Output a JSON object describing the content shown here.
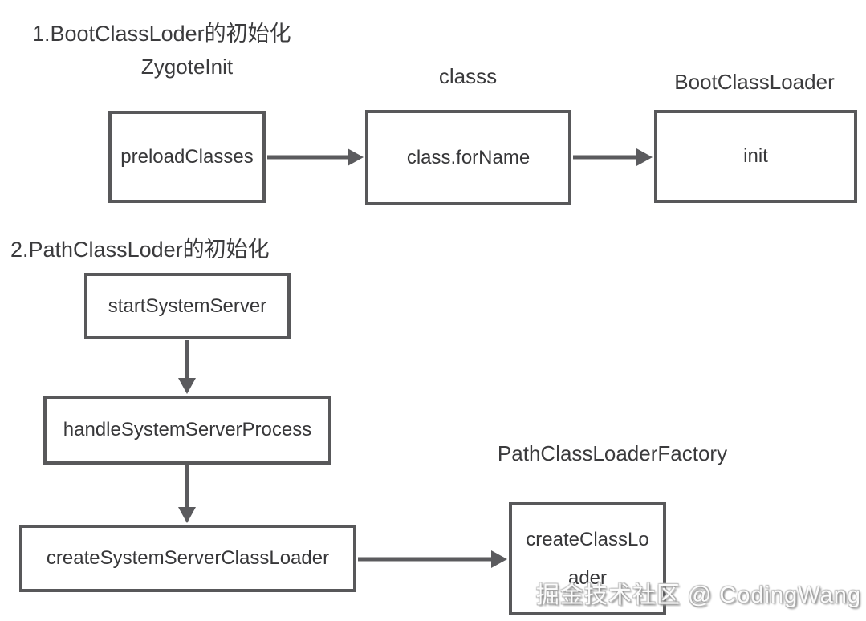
{
  "colors": {
    "background": "#ffffff",
    "box_border": "#58585a",
    "arrow": "#5b5b5e",
    "text": "#3b3b3d",
    "watermark_fill": "#fbfbfb",
    "watermark_shadow": "#8f8f8f"
  },
  "section1": {
    "title": "1.BootClassLoder的初始化",
    "column_labels": [
      "ZygoteInit",
      "classs",
      "BootClassLoader"
    ],
    "nodes": [
      "preloadClasses",
      "class.forName",
      "init"
    ]
  },
  "section2": {
    "title": "2.PathClassLoder的初始化",
    "factory_label": "PathClassLoaderFactory",
    "nodes": [
      "startSystemServer",
      "handleSystemServerProcess",
      "createSystemServerClassLoader",
      "createClassLoader"
    ]
  },
  "watermark": "掘金技术社区 @ CodingWang"
}
